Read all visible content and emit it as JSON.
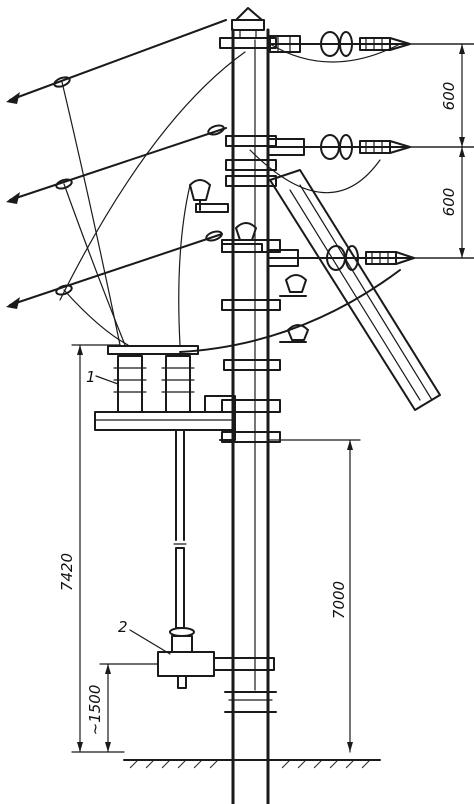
{
  "dimensions": {
    "top_spacing": "600",
    "middle_spacing": "600",
    "overall_height": "7420",
    "pole_height": "7000",
    "drive_height": "~1500"
  },
  "callouts": {
    "one": "1",
    "two": "2"
  }
}
